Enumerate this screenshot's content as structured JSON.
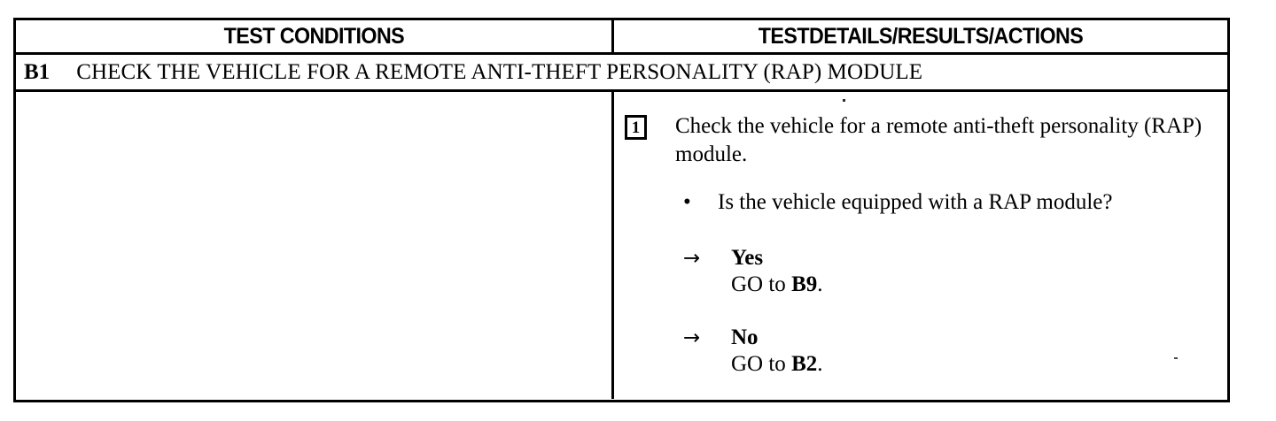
{
  "table": {
    "headers": {
      "left": "TEST CONDITIONS",
      "right": "TESTDETAILS/RESULTS/ACTIONS"
    },
    "title_row": {
      "code": "B1",
      "text": "CHECK THE VEHICLE FOR A REMOTE ANTI-THEFT PERSONALITY (RAP) MODULE"
    },
    "left_column": {
      "content": ""
    },
    "right_column": {
      "step": {
        "marker": "1",
        "text": "Check the vehicle for a remote anti-theft personality (RAP) module."
      },
      "bullet": {
        "marker": "•",
        "text": "Is the vehicle equipped with a RAP module?"
      },
      "answers": [
        {
          "arrow": "→",
          "label": "Yes",
          "goto_prefix": "GO to ",
          "goto_target": "B9",
          "goto_suffix": "."
        },
        {
          "arrow": "→",
          "label": "No",
          "goto_prefix": "GO to ",
          "goto_target": "B2",
          "goto_suffix": "."
        }
      ]
    }
  },
  "colors": {
    "ink": "#000000",
    "paper": "#ffffff"
  }
}
